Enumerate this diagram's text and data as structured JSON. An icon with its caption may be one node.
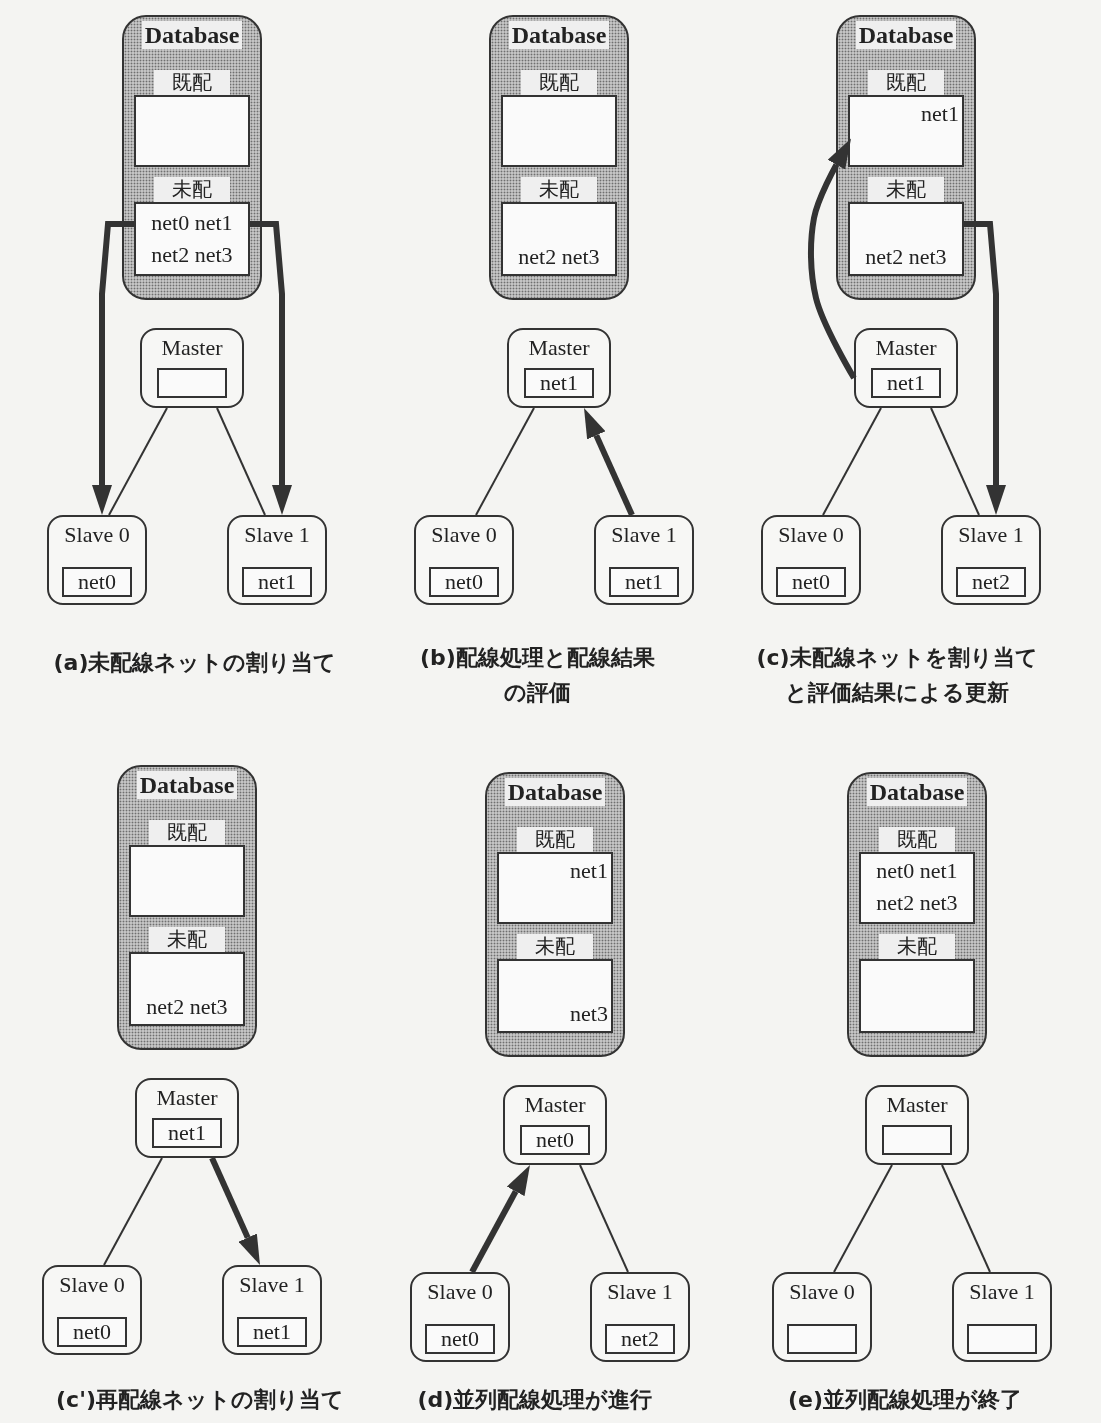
{
  "diagram": {
    "nodes": [
      {
        "text": [
          "Database"
        ]
      },
      {
        "text": [
          "既配"
        ],
        "in": 0
      },
      {
        "text": [
          "未配",
          "net0 net1 net2 net3"
        ],
        "in": 0
      },
      {
        "text": [
          "Master"
        ]
      },
      {
        "text": [],
        "shape": "box",
        "in": 3
      },
      {
        "text": [
          "Slave 0"
        ]
      },
      {
        "text": [
          "net0"
        ],
        "in": 5
      },
      {
        "text": [
          "Slave 1"
        ]
      },
      {
        "text": [
          "net1"
        ],
        "in": 7
      },
      {
        "text": [
          "Database"
        ]
      },
      {
        "text": [
          "既配"
        ],
        "in": 9
      },
      {
        "text": [
          "未配",
          "net2 net3"
        ],
        "in": 9
      },
      {
        "text": [
          "Master"
        ]
      },
      {
        "text": [
          "net1"
        ],
        "in": 12
      },
      {
        "text": [
          "Slave 0"
        ]
      },
      {
        "text": [
          "net0"
        ],
        "in": 14
      },
      {
        "text": [
          "Slave 1"
        ]
      },
      {
        "text": [
          "net1"
        ],
        "in": 16
      },
      {
        "text": [
          "Database"
        ]
      },
      {
        "text": [
          "既配",
          "net1"
        ],
        "in": 18
      },
      {
        "text": [
          "未配",
          "net2 net3"
        ],
        "in": 18
      },
      {
        "text": [
          "Master"
        ]
      },
      {
        "text": [
          "net1"
        ],
        "in": 21
      },
      {
        "text": [
          "Slave 0"
        ]
      },
      {
        "text": [
          "net0"
        ],
        "in": 23
      },
      {
        "text": [
          "Slave 1"
        ]
      },
      {
        "text": [
          "net2"
        ],
        "in": 25
      },
      {
        "text": [
          "Database"
        ]
      },
      {
        "text": [
          "既配"
        ],
        "in": 27
      },
      {
        "text": [
          "未配",
          "net2 net3"
        ],
        "in": 27
      },
      {
        "text": [
          "Master"
        ]
      },
      {
        "text": [
          "net1"
        ],
        "in": 30
      },
      {
        "text": [
          "Slave 0"
        ]
      },
      {
        "text": [
          "net0"
        ],
        "in": 32
      },
      {
        "text": [
          "Slave 1"
        ]
      },
      {
        "text": [
          "net1"
        ],
        "in": 34
      },
      {
        "text": [
          "Database"
        ]
      },
      {
        "text": [
          "既配",
          "net1"
        ],
        "in": 36
      },
      {
        "text": [
          "未配",
          "net3"
        ],
        "in": 36
      },
      {
        "text": [
          "Master"
        ]
      },
      {
        "text": [
          "net0"
        ],
        "in": 39
      },
      {
        "text": [
          "Slave 0"
        ]
      },
      {
        "text": [
          "net0"
        ],
        "in": 41
      },
      {
        "text": [
          "Slave 1"
        ]
      },
      {
        "text": [
          "net2"
        ],
        "in": 43
      },
      {
        "text": [
          "Database"
        ]
      },
      {
        "text": [
          "既配",
          "net0 net1 net2 net3"
        ],
        "in": 45
      },
      {
        "text": [
          "未配"
        ],
        "in": 45
      },
      {
        "text": [
          "Master"
        ]
      },
      {
        "text": [],
        "shape": "box",
        "in": 48
      },
      {
        "text": [
          "Slave 0"
        ]
      },
      {
        "text": [],
        "shape": "box",
        "in": 50
      },
      {
        "text": [
          "Slave 1"
        ]
      },
      {
        "text": [],
        "shape": "box",
        "in": 52
      }
    ],
    "edges": [
      {
        "from": 3,
        "to": 5,
        "arrow": "none"
      },
      {
        "from": 3,
        "to": 7,
        "arrow": "none"
      },
      {
        "from": 2,
        "to": 5,
        "arrow": "to",
        "style": "thick"
      },
      {
        "from": 2,
        "to": 7,
        "arrow": "to",
        "style": "thick"
      },
      {
        "from": 12,
        "to": 14,
        "arrow": "none"
      },
      {
        "from": 16,
        "to": 12,
        "arrow": "to",
        "style": "thick"
      },
      {
        "from": 21,
        "to": 23,
        "arrow": "none"
      },
      {
        "from": 21,
        "to": 25,
        "arrow": "none"
      },
      {
        "from": 21,
        "to": 19,
        "arrow": "to",
        "style": "thick"
      },
      {
        "from": 20,
        "to": 25,
        "arrow": "to",
        "style": "thick"
      },
      {
        "from": 30,
        "to": 32,
        "arrow": "none"
      },
      {
        "from": 30,
        "to": 34,
        "arrow": "to",
        "style": "thick"
      },
      {
        "from": 39,
        "to": 43,
        "arrow": "none"
      },
      {
        "from": 41,
        "to": 39,
        "arrow": "to",
        "style": "thick"
      },
      {
        "from": 48,
        "to": 50,
        "arrow": "none"
      },
      {
        "from": 48,
        "to": 52,
        "arrow": "none"
      }
    ],
    "labels": [
      "(a)未配線ネットの割り当て",
      "(b)配線処理と配線結果の評価",
      "(c)未配線ネットを割り当てと評価結果による更新",
      "(c')再配線ネットの割り当て",
      "(d)並列配線処理が進行",
      "(e)並列配線処理が終了"
    ]
  }
}
